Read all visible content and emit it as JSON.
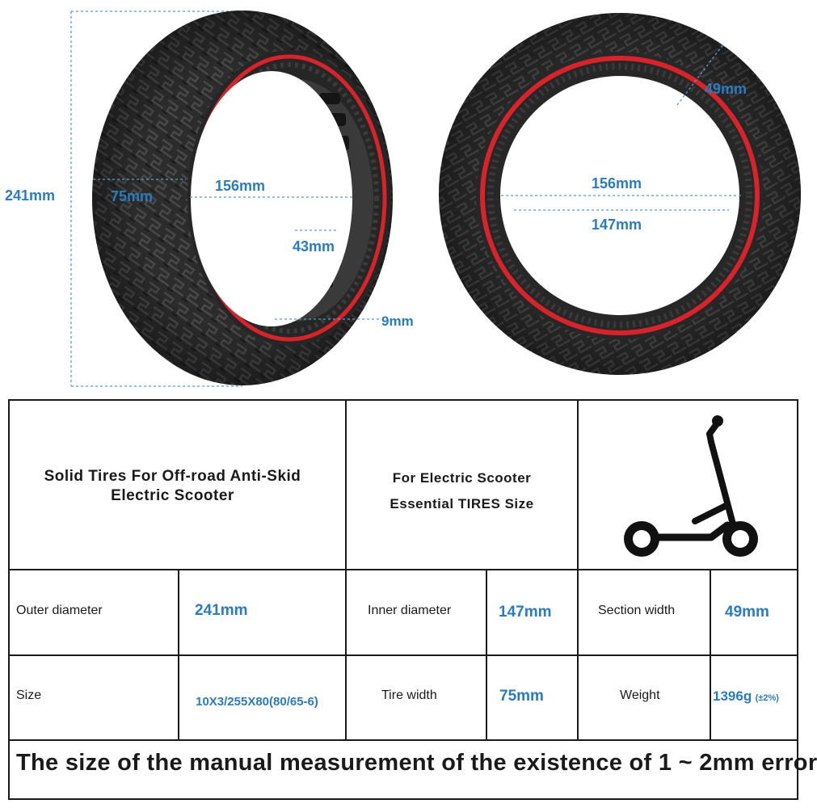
{
  "dimensions": {
    "outer_diameter_label": "241mm",
    "tire_width_label": "75mm",
    "inner_left_label": "156mm",
    "spoke_label": "43mm",
    "rim_label": "9mm",
    "section_label": "49mm",
    "inner_right_label": "156mm",
    "rim_inner_label": "147mm"
  },
  "header": {
    "title_line1": "Solid Tires For Off-road Anti-Skid",
    "title_line2": "Electric Scooter",
    "sub_line1": "For Electric Scooter",
    "sub_line2": "Essential TIRES Size"
  },
  "specs": {
    "outer_diameter": {
      "label": "Outer diameter",
      "value": "241mm"
    },
    "inner_diameter": {
      "label": "Inner diameter",
      "value": "147mm"
    },
    "section_width": {
      "label": "Section width",
      "value": "49mm"
    },
    "size": {
      "label": "Size",
      "value": "10X3/255X80(80/65-6)"
    },
    "tire_width": {
      "label": "Tire width",
      "value": "75mm"
    },
    "weight": {
      "label": "Weight",
      "value": "1396g",
      "tolerance": "(±2%)"
    }
  },
  "footer_note": "The size of the manual measurement of the existence of 1 ~ 2mm error",
  "colors": {
    "accent": "#2b7bbf",
    "rim_red": "#d8232a",
    "tire": "#2a2a2a"
  }
}
